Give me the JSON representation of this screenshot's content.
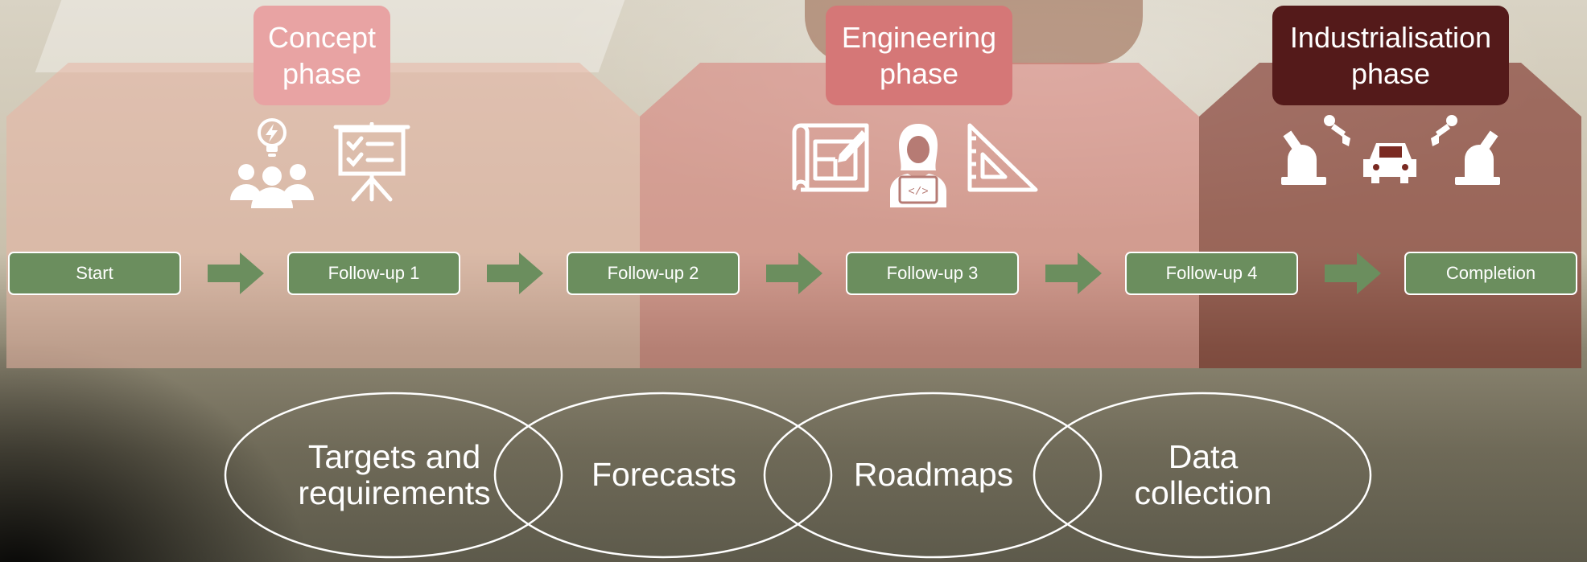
{
  "phases": [
    {
      "label": "Concept\nphase",
      "color": "#e8a3a3",
      "icons": [
        "people-idea-icon",
        "presentation-board-icon"
      ]
    },
    {
      "label": "Engineering\nphase",
      "color": "#d57777",
      "icons": [
        "blueprint-icon",
        "developer-icon",
        "set-square-icon"
      ]
    },
    {
      "label": "Industrialisation\nphase",
      "color": "#541a1a",
      "icons": [
        "robot-arm-car-assembly-icon"
      ]
    }
  ],
  "steps": [
    "Start",
    "Follow-up 1",
    "Follow-up 2",
    "Follow-up 3",
    "Follow-up 4",
    "Completion"
  ],
  "colors": {
    "step_fill": "#6b8e5e",
    "arrow": "#6b8e5e"
  },
  "venn": [
    "Targets and\nrequirements",
    "Forecasts",
    "Roadmaps",
    "Data\ncollection"
  ]
}
